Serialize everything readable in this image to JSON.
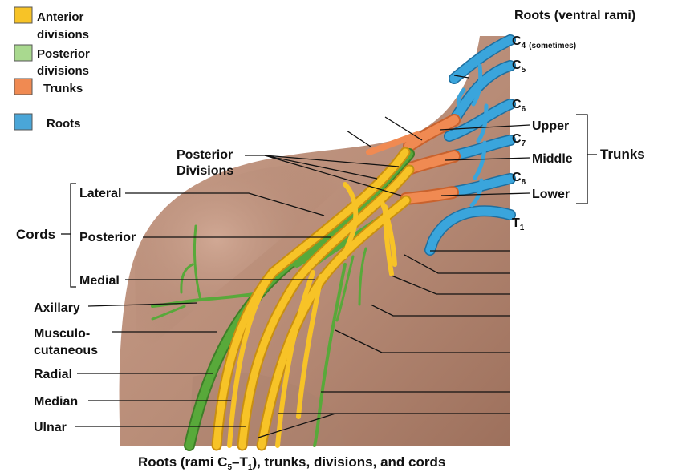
{
  "title": "Roots (ventral rami)",
  "caption": {
    "prefix": "Roots (rami C",
    "sub1": "5",
    "mid": "–T",
    "sub2": "1",
    "suffix": "), trunks, divisions, and cords"
  },
  "legend": [
    {
      "lines": [
        "Anterior",
        "divisions"
      ],
      "color": "#f7c327"
    },
    {
      "lines": [
        "Posterior",
        "divisions"
      ],
      "color": "#a9d98f"
    },
    {
      "lines": [
        "Trunks"
      ],
      "color": "#f08a52"
    },
    {
      "lines": [
        "Roots"
      ],
      "color": "#4aa6d8"
    }
  ],
  "roots": {
    "c4": {
      "main": "C",
      "sub": "4",
      "note": "(sometimes)"
    },
    "c5": {
      "main": "C",
      "sub": "5"
    },
    "c6": {
      "main": "C",
      "sub": "6"
    },
    "c7": {
      "main": "C",
      "sub": "7"
    },
    "c8": {
      "main": "C",
      "sub": "8"
    },
    "t1": {
      "main": "T",
      "sub": "1"
    }
  },
  "trunks": {
    "group": "Trunks",
    "upper": "Upper",
    "middle": "Middle",
    "lower": "Lower"
  },
  "divisions": {
    "line1": "Posterior",
    "line2": "Divisions"
  },
  "cords": {
    "group": "Cords",
    "lateral": "Lateral",
    "posterior": "Posterior",
    "medial": "Medial"
  },
  "nerves": {
    "axillary": "Axillary",
    "musculocutaneous": [
      "Musculo-",
      "cutaneous"
    ],
    "radial": "Radial",
    "median": "Median",
    "ulnar": "Ulnar"
  },
  "colors": {
    "anterior": "#f7c327",
    "posterior": "#58a93a",
    "trunk": "#f08a52",
    "root": "#39a0d8",
    "skin": "#b98d78",
    "skin_dark": "#8f6451"
  }
}
